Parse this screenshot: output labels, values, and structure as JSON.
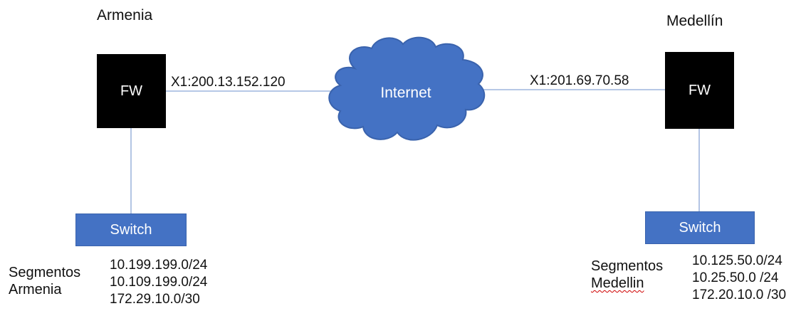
{
  "armenia": {
    "title": "Armenia",
    "fw_label": "FW",
    "wan_ip": "X1:200.13.152.120",
    "switch_label": "Switch",
    "segments_label_line1": "Segmentos",
    "segments_label_line2": "Armenia",
    "segments": [
      "10.199.199.0/24",
      "10.109.199.0/24",
      "172.29.10.0/30"
    ]
  },
  "medellin": {
    "title": "Medellín",
    "fw_label": "FW",
    "wan_ip": "X1:201.69.70.58",
    "switch_label": "Switch",
    "segments_label_line1": "Segmentos",
    "segments_label_line2": "Medellin",
    "segments": [
      "10.125.50.0/24",
      "10.25.50.0 /24",
      "172.20.10.0 /30"
    ]
  },
  "cloud": {
    "label": "Internet",
    "color": "#4472c4"
  },
  "colors": {
    "firewall": "#000000",
    "switch": "#4472c4",
    "link": "#8aa6d6"
  }
}
